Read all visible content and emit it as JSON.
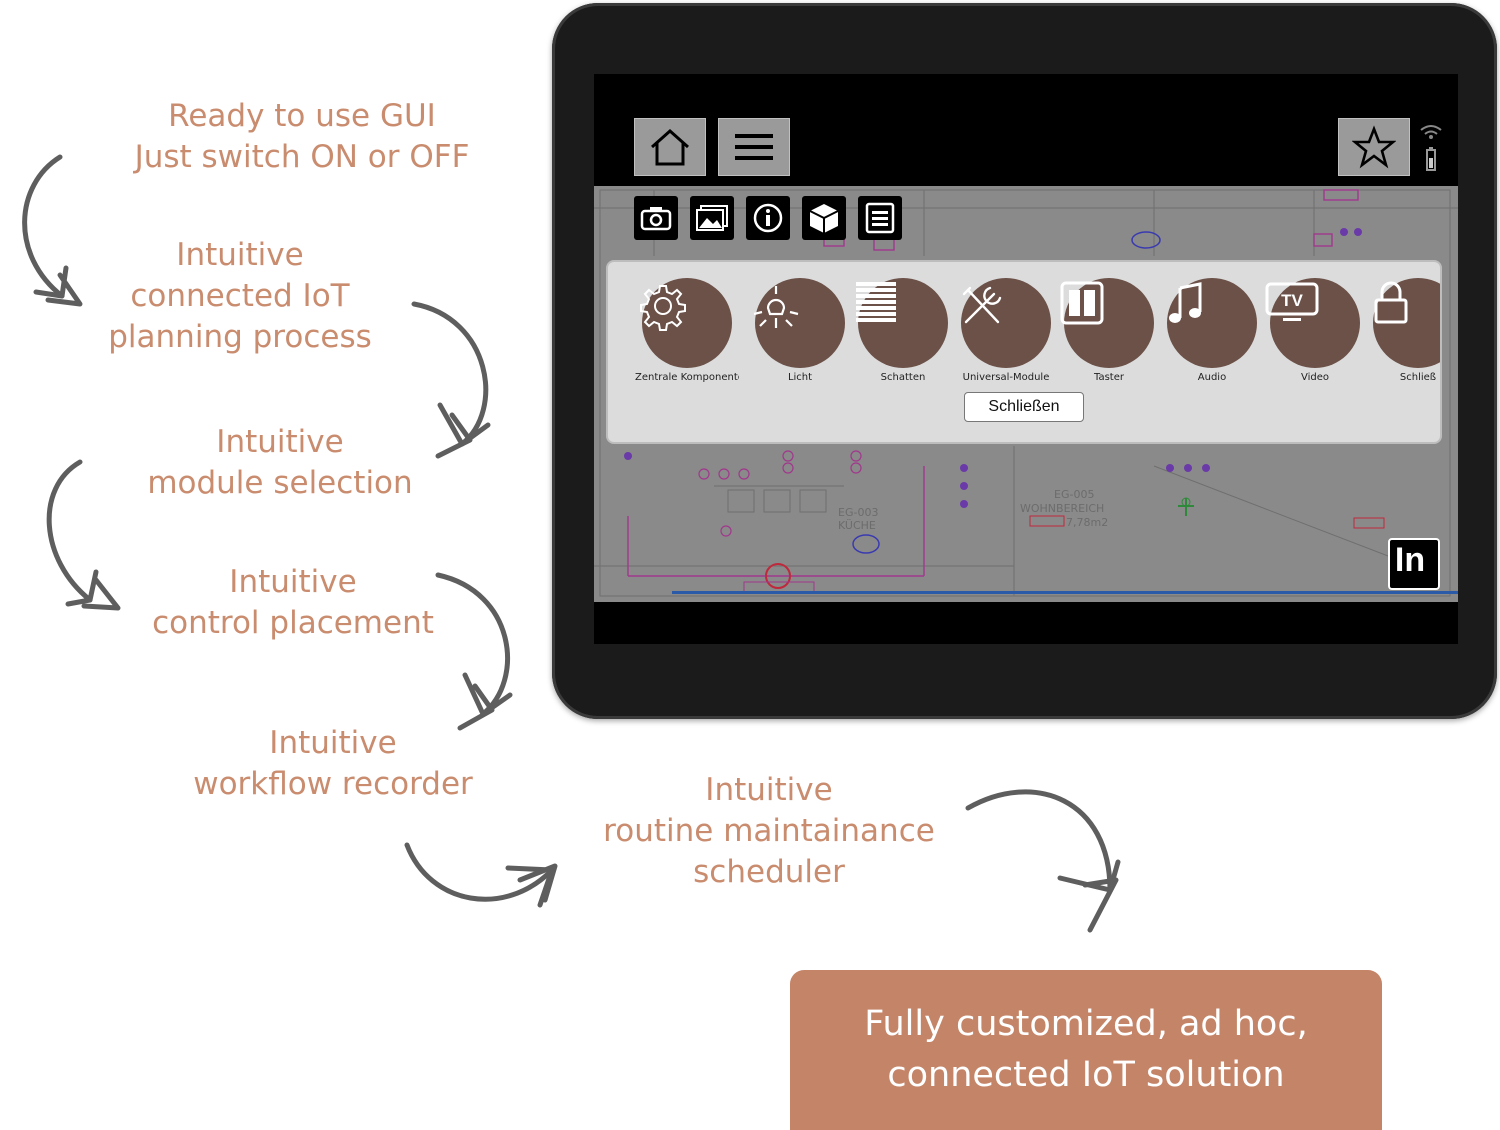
{
  "captions": {
    "step1": [
      "Ready to use GUI",
      "Just switch ON or OFF"
    ],
    "step2": [
      "Intuitive",
      "connected IoT",
      "planning process"
    ],
    "step3": [
      "Intuitive",
      "module selection"
    ],
    "step4": [
      "Intuitive",
      "control placement"
    ],
    "step5": [
      "Intuitive",
      "workflow recorder"
    ],
    "step6": [
      "Intuitive",
      "routine maintainance",
      "scheduler"
    ]
  },
  "final_box": [
    "Fully customized, ad hoc,",
    "connected IoT solution"
  ],
  "app": {
    "topbar": {
      "home_icon": "home-icon",
      "menu_icon": "hamburger-menu-icon",
      "favorite_icon": "star-icon",
      "status_icons": [
        "wifi-icon",
        "battery-icon"
      ]
    },
    "plan_tools": [
      "camera-icon",
      "image-icon",
      "info-icon",
      "cube-icon",
      "list-icon"
    ],
    "modules": [
      {
        "label": "Zentrale Komponenten",
        "icon": "gear-icon"
      },
      {
        "label": "Licht",
        "icon": "light-bulb-icon"
      },
      {
        "label": "Schatten",
        "icon": "blinds-icon"
      },
      {
        "label": "Universal-Module",
        "icon": "tools-icon"
      },
      {
        "label": "Taster",
        "icon": "switch-icon"
      },
      {
        "label": "Audio",
        "icon": "music-note-icon"
      },
      {
        "label": "Video",
        "icon": "tv-icon"
      },
      {
        "label": "Schließ",
        "icon": "lock-icon"
      }
    ],
    "tv_glyph": "TV",
    "close_label": "Schließen",
    "plan_labels": {
      "room1": [
        "EG-003",
        "KÜCHE"
      ],
      "room2": [
        "EG-005",
        "WOHNBEREICH",
        "7,78m2"
      ]
    },
    "logo": "In"
  },
  "colors": {
    "caption": "#c98c6e",
    "final_box": "#c48468",
    "module_circle": "#6b5148",
    "plan_accent": "#a0388c",
    "plan_blue": "#2b5aa8"
  }
}
